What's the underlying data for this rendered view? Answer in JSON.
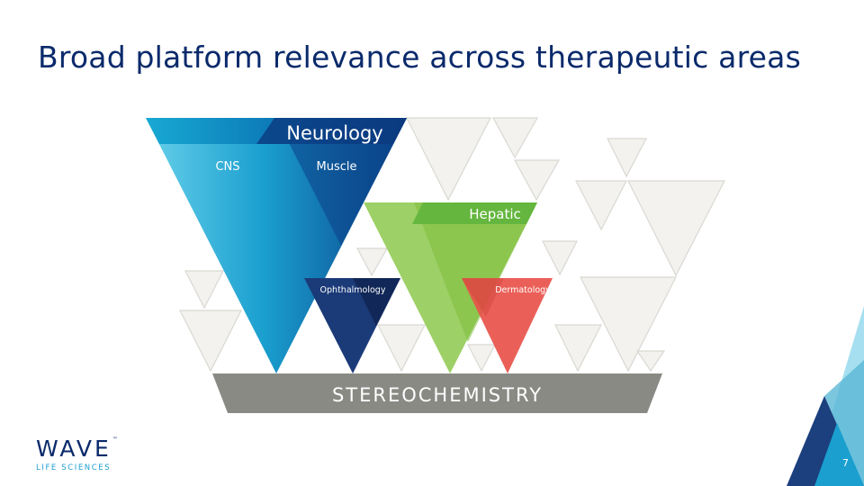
{
  "slide": {
    "title": "Broad platform relevance across therapeutic areas",
    "page_number": "7"
  },
  "diagram": {
    "base_label": "STEREOCHEMISTRY",
    "areas": {
      "neurology": {
        "label": "Neurology",
        "sub_left": "CNS",
        "sub_right": "Muscle"
      },
      "hepatic": {
        "label": "Hepatic"
      },
      "ophthalmology": {
        "label": "Ophthalmology"
      },
      "dermatology": {
        "label": "Dermatology"
      }
    }
  },
  "logo": {
    "word": "WAVE",
    "tm": "™",
    "sub": "LIFE SCIENCES"
  },
  "colors": {
    "title": "#0a2a6b",
    "neurology_light": "#5bc8e6",
    "neurology_dark": "#0b4a8f",
    "hepatic": "#8cc84b",
    "ophthalmology": "#17306a",
    "dermatology": "#e8524a",
    "base": "#8a8a85",
    "outline_triangle": "#f3f2ee"
  }
}
